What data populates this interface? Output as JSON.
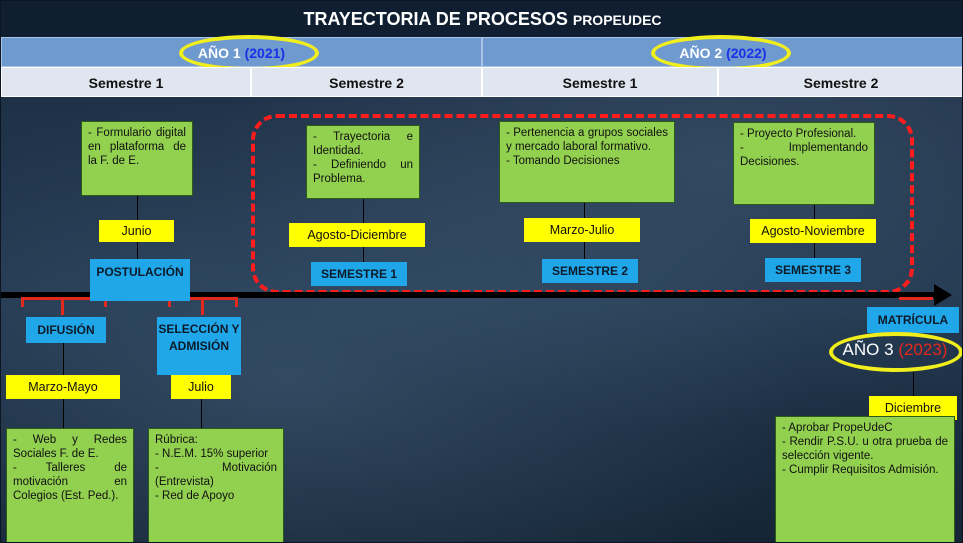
{
  "title": {
    "main": "TRAYECTORIA DE PROCESOS",
    "sub": "PROPEUDEC"
  },
  "years": [
    {
      "label": "AÑO 1",
      "num": "(2021)"
    },
    {
      "label": "AÑO 2",
      "num": "(2022)"
    }
  ],
  "semesters": [
    "Semestre 1",
    "Semestre 2",
    "Semestre 1",
    "Semestre 2"
  ],
  "colors": {
    "yellow": "#ffff00",
    "blue_box": "#1fa7ea",
    "green_box": "#92d050",
    "red": "#ff1c1c",
    "year_row": "#6f9ad0"
  },
  "postulacion": {
    "box": "POSTULACIÓN",
    "period": "Junio",
    "details": [
      "- Formulario digital en plataforma de la F. de E."
    ]
  },
  "semestre1": {
    "box": "SEMESTRE 1",
    "period": "Agosto-Diciembre",
    "details": [
      "- Trayectoria e Identidad.",
      "- Definiendo un Problema."
    ]
  },
  "semestre2": {
    "box": "SEMESTRE 2",
    "period": "Marzo-Julio",
    "details": [
      "- Pertenencia a grupos sociales y mercado laboral formativo.",
      "- Tomando Decisiones"
    ]
  },
  "semestre3": {
    "box": "SEMESTRE 3",
    "period": "Agosto-Noviembre",
    "details": [
      "- Proyecto Profesional.",
      "- Implementando Decisiones."
    ]
  },
  "difusion": {
    "box": "DIFUSIÓN",
    "period": "Marzo-Mayo",
    "details": [
      "- Web y Redes Sociales F. de E.",
      "- Talleres de motivación en Colegios (Est. Ped.)."
    ]
  },
  "seleccion": {
    "box": "SELECCIÓN Y ADMISIÓN",
    "period": "Julio",
    "details": [
      "Rúbrica:",
      "- N.E.M. 15% superior",
      "- Motivación (Entrevista)",
      "- Red de Apoyo"
    ]
  },
  "matricula": {
    "box": "MATRÍCULA",
    "year_label": "AÑO 3",
    "year_num": "(2023)",
    "period": "Diciembre",
    "details": [
      "- Aprobar PropeUdeC",
      "- Rendir P.S.U. u otra prueba de selección vigente.",
      "- Cumplir Requisitos Admisión."
    ]
  }
}
